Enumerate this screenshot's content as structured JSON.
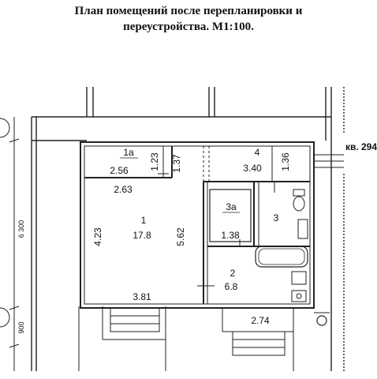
{
  "title_line1": "План помещений после перепланировки и",
  "title_line2": "переустройства. М1:100.",
  "neighbor_label": "кв. 294",
  "rooms": {
    "r1a": {
      "number": "1а",
      "area": "2.56",
      "dim_w": "1.23",
      "dim_h": "1.37"
    },
    "r4": {
      "number": "4",
      "area": "3.40",
      "dim": "1.36"
    },
    "r1": {
      "number": "1",
      "area": "17.8",
      "dim_top": "2.63",
      "dim_left": "4.23",
      "dim_right": "5.62",
      "dim_bottom": "3.81"
    },
    "r3a": {
      "number": "3а",
      "area": "1.38"
    },
    "r3": {
      "number": "3"
    },
    "r2": {
      "number": "2",
      "area": "6.8",
      "dim_bottom": "2.74"
    }
  },
  "side_dims": {
    "total": "6 300",
    "bottom": "900"
  }
}
